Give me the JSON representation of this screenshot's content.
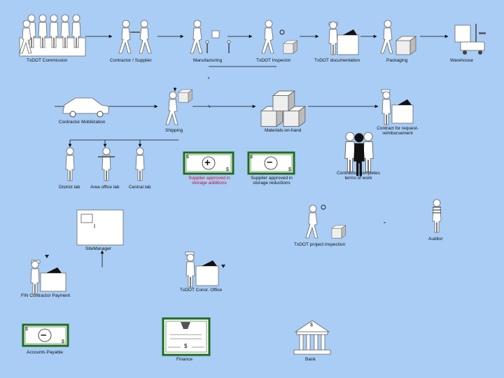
{
  "nodes": {
    "txdot_commission": "TxDOT Commission",
    "contractor_supplier": "Contractor / Supplier",
    "manufacturing": "Manufacturing",
    "txdot_inspector": "TxDOT Inspector",
    "txdot_documentation": "TxDOT documentation",
    "packaging": "Packaging",
    "warehouse": "Warehouse",
    "contractor_mobilization": "Contractor Mobilization",
    "shipping": "Shipping",
    "materials_on_hand": "Materials-on-hand",
    "contract_reimbursement": "Contract for request-reimbursement",
    "district_lab": "District lab",
    "area_office_lab": "Area office lab",
    "central_lab": "Central lab",
    "storage_additions": "Supplier approved in storage additions",
    "storage_reductions": "Supplier approved in storage reductions",
    "terms_of_work": "Contractor completes terms of work",
    "site_manager": "SiteManager",
    "project_inspection": "TxDOT project inspection",
    "auditor": "Auditor",
    "fin_payment": "FIN Contractor Payment",
    "const_office": "TxDOT Const. Office",
    "accounts_payable": "Accounts Payable",
    "finance": "Finance",
    "bank": "Bank"
  },
  "symbols": {
    "dollar": "$",
    "plus": "+",
    "minus": "–"
  },
  "colors": {
    "background": "#a9cdf5",
    "note_border": "#1e6b1e",
    "label_red": "#c8102e"
  }
}
